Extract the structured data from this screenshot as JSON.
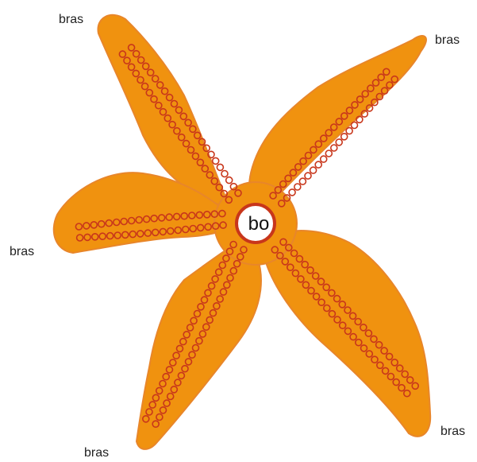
{
  "diagram": {
    "mouth_label": "bo",
    "arm_labels": {
      "top_left": "bras",
      "top_right": "bras",
      "left": "bras",
      "bottom_left": "bras",
      "bottom_right": "bras"
    }
  },
  "colors": {
    "body_fill": "#F0920F",
    "body_edge": "#E8862A",
    "tube_feet": "#C8361B",
    "mouth_ring": "#C8361B",
    "mouth_fill": "#FFFFFF"
  }
}
